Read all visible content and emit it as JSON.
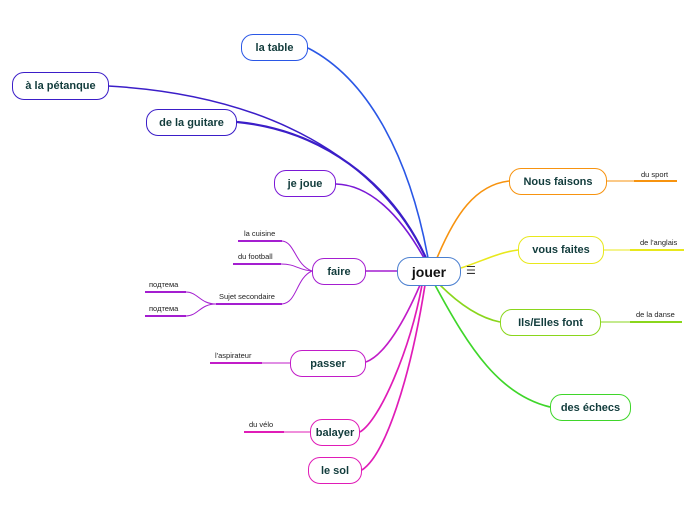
{
  "center": {
    "label": "jouer"
  },
  "left_nodes": {
    "la_table": "la table",
    "a_la_petanque": "à la pétanque",
    "de_la_guitare": "de la guitare",
    "je_joue": "je joue",
    "faire": "faire",
    "passer": "passer",
    "balayer": "balayer",
    "le_sol": "le sol"
  },
  "right_nodes": {
    "nous_faisons": "Nous faisons",
    "vous_faites": "vous faites",
    "ils_elles_font": "Ils/Elles font",
    "des_echecs": "des échecs"
  },
  "leaves": {
    "la_cuisine": "la cuisine",
    "du_football": "du football",
    "sujet_secondaire": "Sujet secondaire",
    "podtema_1": "подтема",
    "podtema_2": "подтема",
    "l_aspirateur": "l'aspirateur",
    "du_velo": "du vélo",
    "du_sport": "du sport",
    "de_l_anglais": "de l'anglais",
    "de_la_danse": "de la danse"
  },
  "icons": {
    "menu": "hamburger-menu-icon"
  },
  "colors": {
    "blue": "#2a57e6",
    "indigo": "#3b1ec8",
    "violet": "#7a18d6",
    "purple": "#a41ed0",
    "magenta": "#e01cb7",
    "orange": "#f7930f",
    "yellow": "#e8e81c",
    "lime": "#8ad61c",
    "green": "#3fd62a",
    "center_border": "#4a7fd0"
  }
}
